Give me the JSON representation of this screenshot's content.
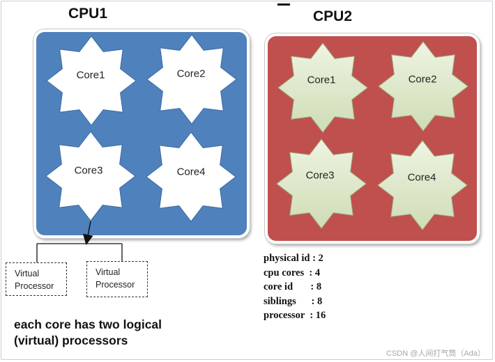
{
  "cpus": [
    {
      "title": "CPU1",
      "color": "#4f81bd",
      "core_color": "#ffffff",
      "cores": [
        "Core1",
        "Core2",
        "Core3",
        "Core4"
      ]
    },
    {
      "title": "CPU2",
      "color": "#c0504d",
      "core_color": "#dde8c8",
      "cores": [
        "Core1",
        "Core2",
        "Core3",
        "Core4"
      ]
    }
  ],
  "virtual_processors": [
    {
      "line1": "Virtual",
      "line2": "Processor"
    },
    {
      "line1": "Virtual",
      "line2": "Processor"
    }
  ],
  "caption": {
    "line1": "each core has two logical",
    "line2": "(virtual)  processors"
  },
  "cpu_info": [
    "physical id : 2",
    "cpu cores  : 4",
    "core id       : 8",
    "siblings      : 8",
    "processor  : 16"
  ],
  "watermark": "CSDN @人间打气筒（Ada）"
}
